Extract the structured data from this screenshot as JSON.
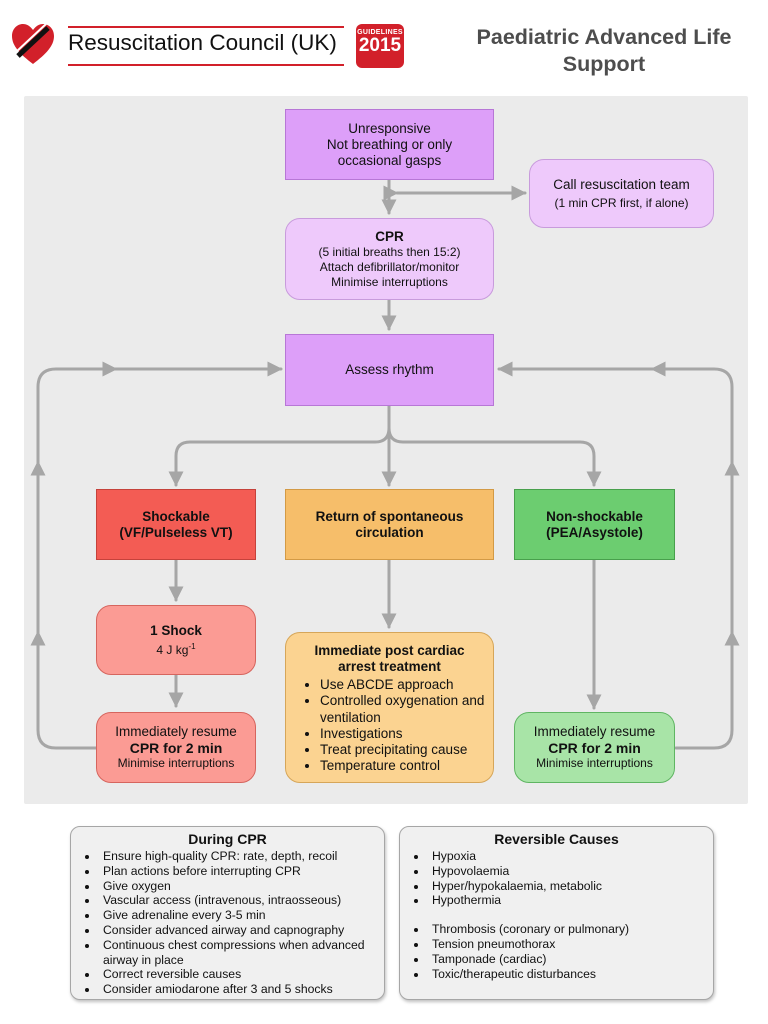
{
  "header": {
    "org_name": "Resuscitation Council (UK)",
    "badge_small": "GUIDELINES",
    "badge_year": "2015",
    "title_line1": "Paediatric Advanced Life",
    "title_line2": "Support"
  },
  "colors": {
    "brand_red": "#d2202a",
    "violet": "#dd9ff9",
    "shockable": "#f35c54",
    "rosc": "#f6be6a",
    "non_shockable": "#6ccd70",
    "connector": "#a6a6a6"
  },
  "flow": {
    "unresponsive": {
      "l1": "Unresponsive",
      "l2": "Not breathing or only",
      "l3": "occasional gasps"
    },
    "call_team": {
      "l1": "Call resuscitation team",
      "l2": "(1 min CPR first, if alone)"
    },
    "cpr": {
      "title": "CPR",
      "l1": "(5 initial breaths then 15:2)",
      "l2": "Attach defibrillator/monitor",
      "l3": "Minimise interruptions"
    },
    "assess": "Assess rhythm",
    "shockable": {
      "l1": "Shockable",
      "l2": "(VF/Pulseless VT)"
    },
    "rosc": {
      "l1": "Return of spontaneous",
      "l2": "circulation"
    },
    "non_shockable": {
      "l1": "Non-shockable",
      "l2": "(PEA/Asystole)"
    },
    "shock": {
      "title": "1 Shock",
      "dose": "4 J kg",
      "dose_exp": "-1"
    },
    "resume_left": {
      "l1": "Immediately resume",
      "l2": "CPR for 2 min",
      "l3": "Minimise interruptions"
    },
    "resume_right": {
      "l1": "Immediately resume",
      "l2": "CPR for 2 min",
      "l3": "Minimise interruptions"
    },
    "post_arrest": {
      "title": "Immediate post cardiac arrest treatment",
      "items": [
        "Use ABCDE approach",
        "Controlled oxygenation and ventilation",
        "Investigations",
        "Treat precipitating cause",
        "Temperature control"
      ]
    }
  },
  "during_cpr": {
    "title": "During CPR",
    "items": [
      "Ensure high-quality CPR: rate, depth, recoil",
      "Plan actions before interrupting CPR",
      "Give oxygen",
      "Vascular access (intravenous, intraosseous)",
      "Give adrenaline every 3-5 min",
      "Consider advanced airway and capnography",
      "Continuous chest compressions when advanced airway in place",
      "Correct reversible causes",
      "Consider amiodarone after 3 and 5 shocks"
    ]
  },
  "reversible_causes": {
    "title": "Reversible Causes",
    "items": [
      "Hypoxia",
      "Hypovolaemia",
      "Hyper/hypokalaemia, metabolic",
      "Hypothermia",
      "Thrombosis (coronary or pulmonary)",
      "Tension pneumothorax",
      "Tamponade (cardiac)",
      "Toxic/therapeutic disturbances"
    ]
  }
}
